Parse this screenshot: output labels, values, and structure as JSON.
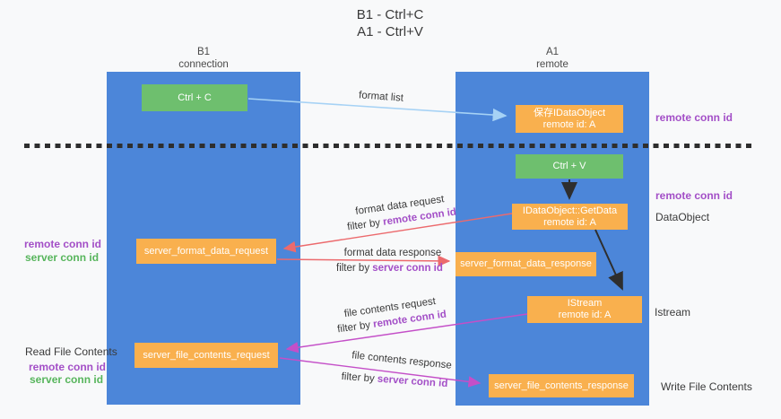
{
  "title": {
    "line1": "B1 - Ctrl+C",
    "line2": "A1 - Ctrl+V"
  },
  "columns": {
    "left": {
      "name": "B1",
      "role": "connection"
    },
    "right": {
      "name": "A1",
      "role": "remote"
    }
  },
  "nodes": {
    "ctrl_c": {
      "label": "Ctrl + C"
    },
    "ctrl_v": {
      "label": "Ctrl + V"
    },
    "save_dataobject": {
      "line1": "保存IDataObject",
      "line2": "remote id: A"
    },
    "getdata": {
      "line1": "IDataObject::GetData",
      "line2": "remote id: A"
    },
    "istream": {
      "line1": "IStream",
      "line2": "remote id: A"
    },
    "format_request": {
      "label": "server_format_data_request"
    },
    "format_response": {
      "label": "server_format_data_response"
    },
    "file_request": {
      "label": "server_file_contents_request"
    },
    "file_response": {
      "label": "server_file_contents_response"
    }
  },
  "edge_labels": {
    "format_list": "format list",
    "format_data_request": {
      "line1": "format data request",
      "prefix": "filter by ",
      "key": "remote conn id"
    },
    "format_data_response": {
      "line1": "format data response",
      "prefix": "filter by ",
      "key": "server conn id"
    },
    "file_contents_request": {
      "line1": "file contents request",
      "prefix": "filter by ",
      "key": "remote conn id"
    },
    "file_contents_response": {
      "line1": "file contents response",
      "prefix": "filter by ",
      "key": "server conn id"
    }
  },
  "side_labels": {
    "right_remote_conn_1": "remote conn id",
    "right_remote_conn_2": "remote conn id",
    "dataobject": "DataObject",
    "istream": "Istream",
    "write_file": "Write File Contents",
    "read_file": "Read File Contents",
    "left_remote_conn_1": "remote conn id",
    "left_server_conn_1": "server conn id",
    "left_remote_conn_2": "remote conn id",
    "left_server_conn_2": "server conn id"
  },
  "colors": {
    "bg": "#f8f9fa",
    "column_blue": "#4c86d9",
    "box_green": "#6ebf6e",
    "box_orange": "#f9b04e",
    "purple": "#a34fc7",
    "green_text": "#57b55c",
    "arrow_red": "#ec6a6d",
    "arrow_magenta": "#c44fc8",
    "arrow_lightblue": "#a6d2f5",
    "arrow_black": "#2e2e2e"
  }
}
